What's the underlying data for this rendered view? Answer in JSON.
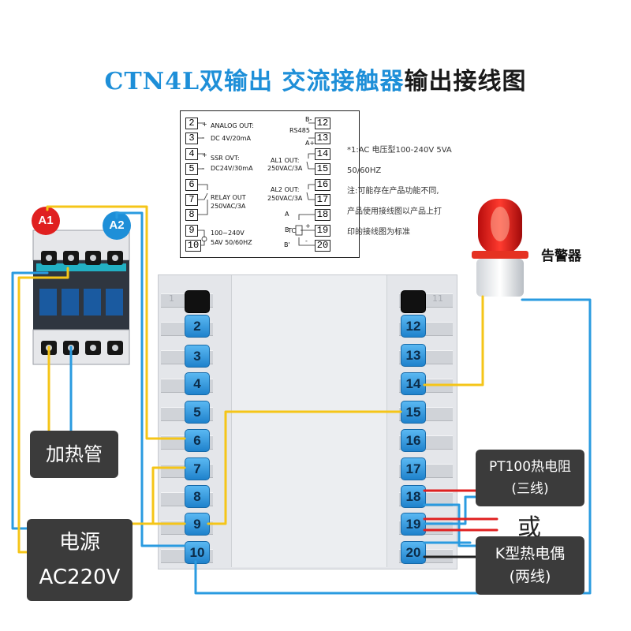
{
  "title": {
    "part1": "CTN4L双输出 ",
    "part2": "交流接触器",
    "part3": "输出接线图"
  },
  "pin_diagram": {
    "left_pins": [
      "2",
      "3",
      "4",
      "5",
      "6",
      "7",
      "8",
      "9",
      "10"
    ],
    "right_pins": [
      "12",
      "13",
      "14",
      "15",
      "16",
      "17",
      "18",
      "19",
      "20"
    ],
    "analog_out": "ANALOG OUT:",
    "analog_spec": "DC 4V/20mA",
    "ssr_out": "SSR OVT:",
    "ssr_spec": "DC24V/30mA",
    "relay_out": "RELAY OUT",
    "relay_spec": "250VAC/3A",
    "power_volt": "100~240V",
    "power_spec": "5AV 50/60HZ",
    "rs485": "RS485",
    "b_minus": "B-",
    "a_plus": "A+",
    "al1_out": "AL1 OUT:",
    "al1_spec": "250VAC/3A",
    "al2_out": "AL2 OUT:",
    "al2_spec": "250VAC/3A",
    "a_label": "A",
    "b_label": "B",
    "b2_label": "B'",
    "tc_label": "TC",
    "plus": "+",
    "minus": "-"
  },
  "notes": {
    "line1": "*1:AC 电压型100-240V 5VA",
    "line2": "50/60HZ",
    "line3": "注:可能存在产品功能不同,",
    "line4": "产品使用接线图以产品上打",
    "line5": "印的接线图为标准"
  },
  "alarm_label": "告警器",
  "contactor": {
    "a1": "A1",
    "a2": "A2"
  },
  "heater_label": "加热管",
  "power_label": {
    "line1": "电源",
    "line2": "AC220V"
  },
  "pt100_label": {
    "line1": "PT100热电阻",
    "line2": "(三线)"
  },
  "or_label": "或",
  "thermocouple_label": {
    "line1": "K型热电偶",
    "line2": "(两线)"
  },
  "terminals": {
    "left": [
      "2",
      "3",
      "4",
      "5",
      "6",
      "7",
      "8",
      "9",
      "10"
    ],
    "right": [
      "12",
      "13",
      "14",
      "15",
      "16",
      "17",
      "18",
      "19",
      "20"
    ]
  },
  "ghost_numbers": {
    "left_top": "1",
    "right_top": "11"
  },
  "colors": {
    "title_blue": "#1e8fd8",
    "wire_yellow": "#f5c518",
    "wire_blue": "#2a9be0",
    "wire_red": "#e02020",
    "terminal_blue": "#3a9de6",
    "label_bg": "#3b3b3b"
  }
}
